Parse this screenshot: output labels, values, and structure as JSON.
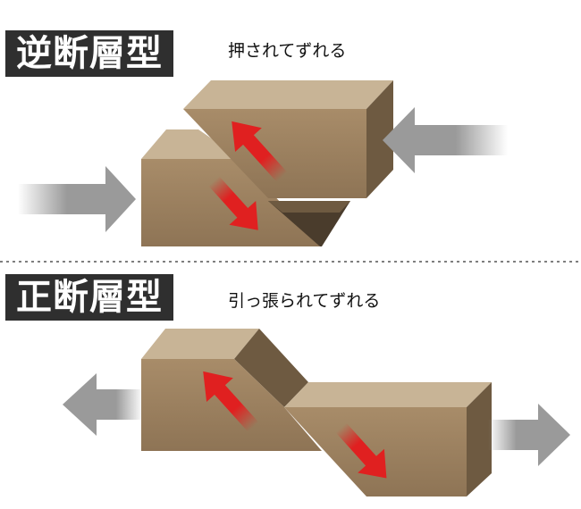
{
  "sections": [
    {
      "title": "逆断層型",
      "caption": "押されてずれる"
    },
    {
      "title": "正断層型",
      "caption": "引っ張られてずれる"
    }
  ],
  "colors": {
    "block_front": "#9a7f5e",
    "block_top": "#c8b496",
    "block_side": "#6e5a41",
    "block_shadow": "#4a3c2c",
    "red_arrow": "#e02020",
    "gray_arrow": "#9a9a9a",
    "label_background": "#2f2f2f",
    "divider": "#555555"
  },
  "icons": {
    "push_arrow": "gray-arrow-icon",
    "slip_arrow": "red-double-arrow-icon"
  }
}
